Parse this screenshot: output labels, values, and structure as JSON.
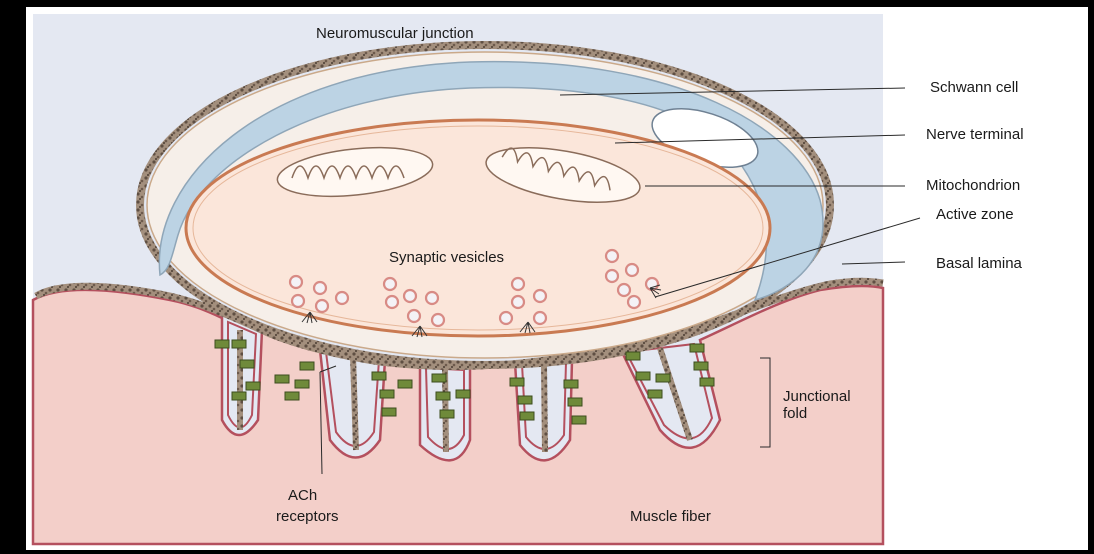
{
  "diagram": {
    "title": "Neuromuscular junction",
    "labels": {
      "schwann_cell": "Schwann cell",
      "nerve_terminal": "Nerve terminal",
      "mitochondrion": "Mitochondrion",
      "active_zone": "Active zone",
      "basal_lamina": "Basal lamina",
      "synaptic_vesicles": "Synaptic vesicles",
      "junctional_fold": "Junctional\nfold",
      "junctional_fold_line1": "Junctional",
      "junctional_fold_line2": "fold",
      "ach_receptors_line1": "ACh",
      "ach_receptors_line2": "receptors",
      "muscle_fiber": "Muscle fiber"
    },
    "colors": {
      "background_top": "#e4e8f2",
      "muscle": "#f3cfc9",
      "muscle_edge": "#b4505e",
      "schwann": "#bcd3e4",
      "nerve_terminal": "#fbe6da",
      "nerve_edge": "#c97a52",
      "basal_lamina": "#8a7766",
      "receptor": "#6f8a3a",
      "vesicle": "#e6a7a2",
      "frame": "#000000"
    }
  }
}
